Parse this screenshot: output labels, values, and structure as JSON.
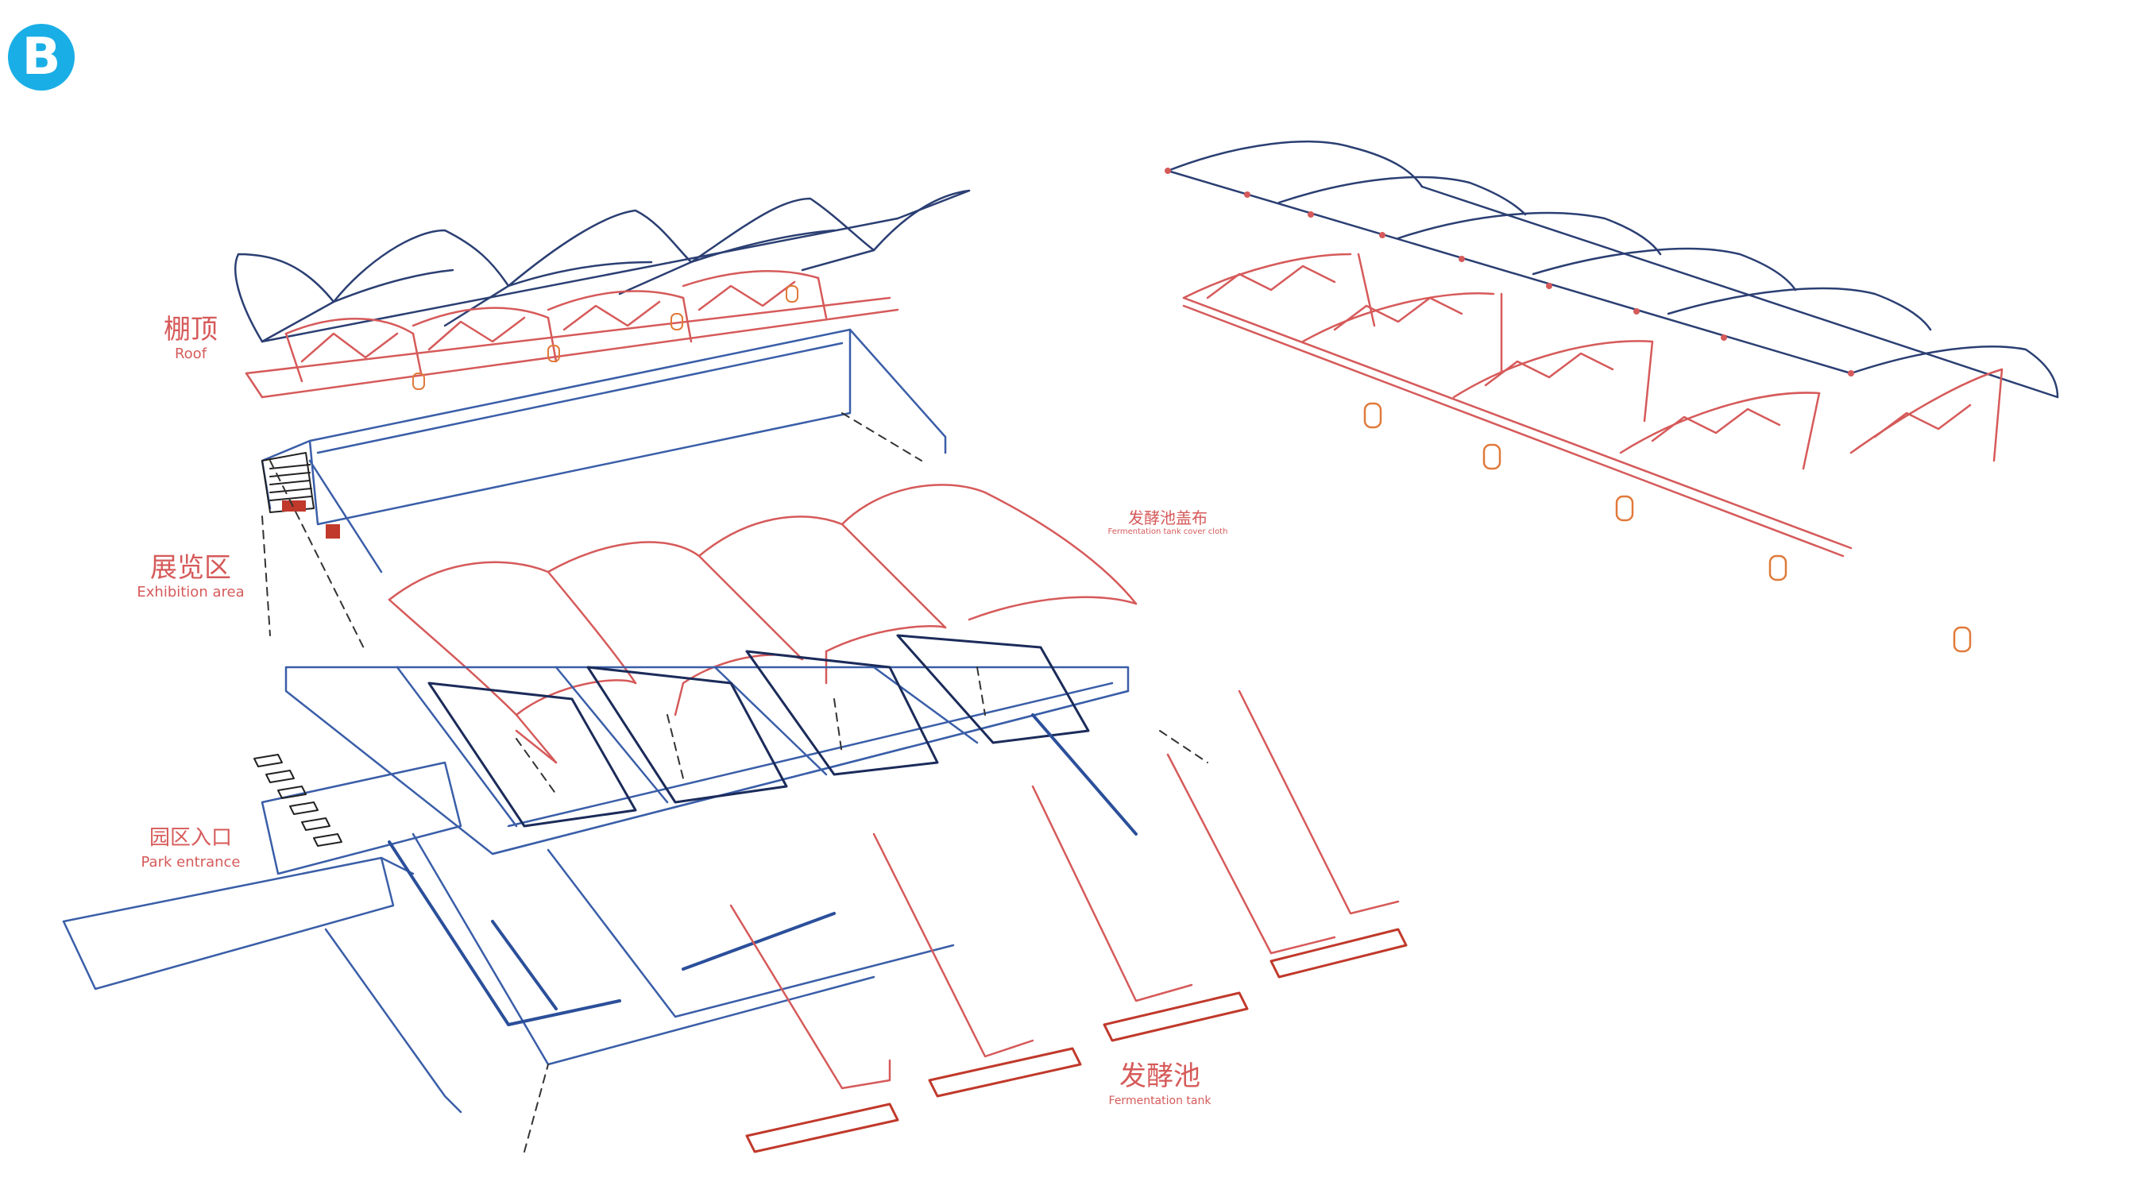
{
  "badge": "B",
  "labels": {
    "roof": {
      "zh": "棚顶",
      "en": "Roof"
    },
    "exhibition": {
      "zh": "展览区",
      "en": "Exhibition area"
    },
    "entrance": {
      "zh": "园区入口",
      "en": "Park entrance"
    },
    "cover": {
      "zh": "发酵池盖布",
      "en": "Fermentation tank cover cloth"
    },
    "tank": {
      "zh": "发酵池",
      "en": "Fermentation tank"
    }
  },
  "colors": {
    "red": "#d65a5a",
    "blue": "#3a5ea8",
    "navy": "#2b3f73",
    "orange": "#e07a3a",
    "badge": "#1aaee6"
  }
}
